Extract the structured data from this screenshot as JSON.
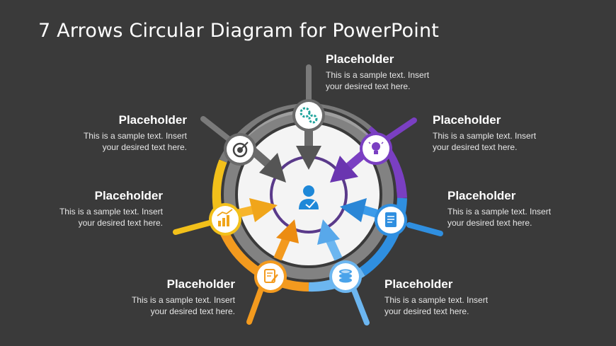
{
  "title": "7 Arrows Circular Diagram for PowerPoint",
  "colors": {
    "background": "#3a3a3a",
    "gray": "#7a7a7a",
    "purple": "#7a3fc2",
    "blue": "#2f8fe0",
    "light_blue": "#6cb6f0",
    "orange": "#f39a1e",
    "yellow": "#f2c01a",
    "ring_dark": "#5a3a8a",
    "center_icon": "#1e88d8"
  },
  "center": {
    "icon": "person-icon"
  },
  "items": [
    {
      "id": "top",
      "icon": "gears-icon",
      "color": "gray",
      "heading": "Placeholder",
      "text": "This is a sample text. Insert your desired text here."
    },
    {
      "id": "top-right",
      "icon": "lightbulb-icon",
      "color": "purple",
      "heading": "Placeholder",
      "text": "This is a sample text. Insert your desired text here."
    },
    {
      "id": "right",
      "icon": "document-icon",
      "color": "blue",
      "heading": "Placeholder",
      "text": "This is a sample text. Insert your desired text here."
    },
    {
      "id": "bottom-right",
      "icon": "coins-icon",
      "color": "light_blue",
      "heading": "Placeholder",
      "text": "This is a sample text. Insert your desired text here."
    },
    {
      "id": "bottom-left",
      "icon": "edit-document-icon",
      "color": "orange",
      "heading": "Placeholder",
      "text": "This is a sample text. Insert your desired text here."
    },
    {
      "id": "left",
      "icon": "bar-chart-icon",
      "color": "yellow",
      "heading": "Placeholder",
      "text": "This is a sample text. Insert your desired text here."
    },
    {
      "id": "top-left",
      "icon": "target-icon",
      "color": "gray",
      "heading": "Placeholder",
      "text": "This is a sample text. Insert your desired text here."
    }
  ]
}
